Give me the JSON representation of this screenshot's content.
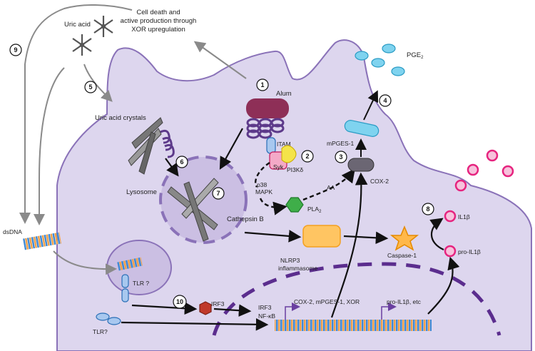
{
  "labels": {
    "cell_death": [
      "Cell death and",
      "active production through",
      "XOR upregulation"
    ],
    "uric_acid": "Uric acid",
    "uric_acid_crystals": "Uric acid crystals",
    "alum": "Alum",
    "itam": "ITAM",
    "syk": "Syk",
    "pi3k": "PI3Kδ",
    "p38": "p38",
    "mapk": "MAPK",
    "aa": "AA",
    "pla2": "PLA",
    "pla2_sub": "2",
    "mpges1": "mPGES-1",
    "pge2": "PGE",
    "pge2_sub": "2",
    "cox2": "COX-2",
    "lysosome": "Lysosome",
    "cathepsin_b": "Cathepsin B",
    "nlrp3": [
      "NLRP3",
      "inflammasome"
    ],
    "caspase1": "Caspase-1",
    "il1b": "IL1β",
    "pro_il1b": "pro-IL1β",
    "dsdna": "dsDNA",
    "tlr_q1": "TLR ?",
    "tlr_q2": "TLR?",
    "irf3_a": "IRF3",
    "irf3_b": "IRF3",
    "nfkb": "NF-κB",
    "genes": "COX-2, mPGES-1, XOR",
    "pro_il1b_etc": "pro-IL1β, etc"
  },
  "step_numbers": [
    "1",
    "2",
    "3",
    "4",
    "5",
    "6",
    "7",
    "8",
    "9",
    "10"
  ],
  "colors": {
    "cell_fill": "#ddd6ee",
    "cell_stroke": "#8a72b8",
    "alum": "#8e2f57",
    "receptor": "#5d3a8a",
    "pge2": "#7fd3ef",
    "il1b": "#e6247f",
    "nlrp3": "#ffc562",
    "caspase": "#ffb84a",
    "pla2": "#3fae49",
    "irf3": "#c0392b",
    "syk": "#f4a9c7",
    "pi3k": "#f4e44a",
    "itam": "#a8c8ef",
    "nucleus_dash": "#5b2d8e"
  }
}
